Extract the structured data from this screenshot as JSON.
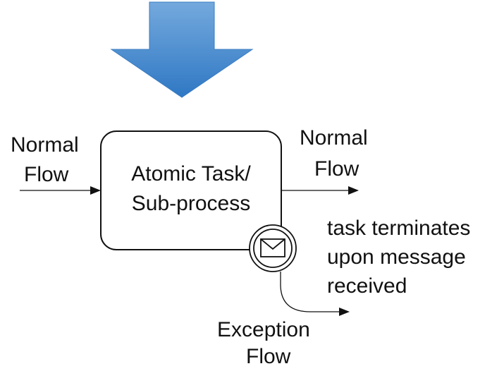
{
  "labels": {
    "incoming_flow": [
      "Normal",
      "Flow"
    ],
    "outgoing_flow": [
      "Normal",
      "Flow"
    ],
    "exception_flow": [
      "Exception",
      "Flow"
    ],
    "annotation": [
      "task terminates",
      "upon message",
      "received"
    ]
  },
  "task": {
    "lines": [
      "Atomic Task/",
      "Sub-process"
    ]
  },
  "icons": {
    "top_arrow": "down-arrow-icon",
    "boundary_event": "envelope-icon"
  },
  "colors": {
    "arrow_top": "#74a9dd",
    "arrow_bottom": "#2f78c4",
    "stroke": "#111111"
  }
}
